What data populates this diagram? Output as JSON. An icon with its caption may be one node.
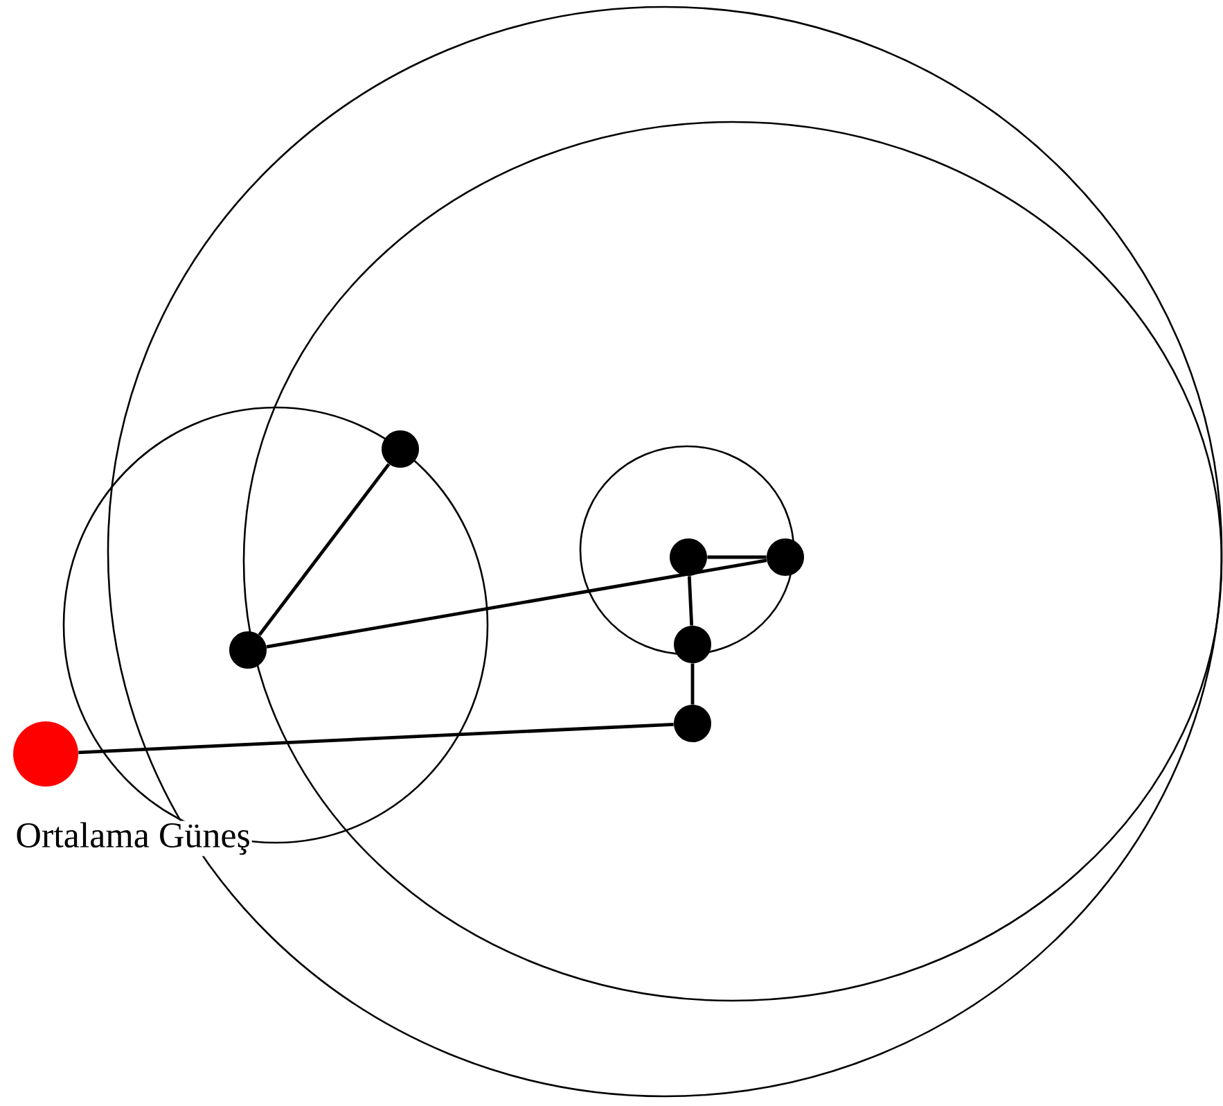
{
  "diagram": {
    "nodes": [
      {
        "text": [],
        "shape": "circle",
        "beside": [
          "Ortalama Güneş"
        ]
      },
      {
        "text": [],
        "shape": "circle"
      },
      {
        "text": [],
        "shape": "circle"
      },
      {
        "text": [],
        "shape": "circle"
      },
      {
        "text": [],
        "shape": "circle"
      },
      {
        "text": [],
        "shape": "circle"
      },
      {
        "text": [],
        "shape": "circle"
      }
    ],
    "edges": [
      {
        "from": 0,
        "to": 6,
        "arrow": "none"
      },
      {
        "from": 6,
        "to": 5,
        "arrow": "none"
      },
      {
        "from": 5,
        "to": 3,
        "arrow": "none"
      },
      {
        "from": 3,
        "to": 4,
        "arrow": "none"
      },
      {
        "from": 4,
        "to": 2,
        "arrow": "none"
      },
      {
        "from": 2,
        "to": 1,
        "arrow": "none"
      }
    ]
  }
}
